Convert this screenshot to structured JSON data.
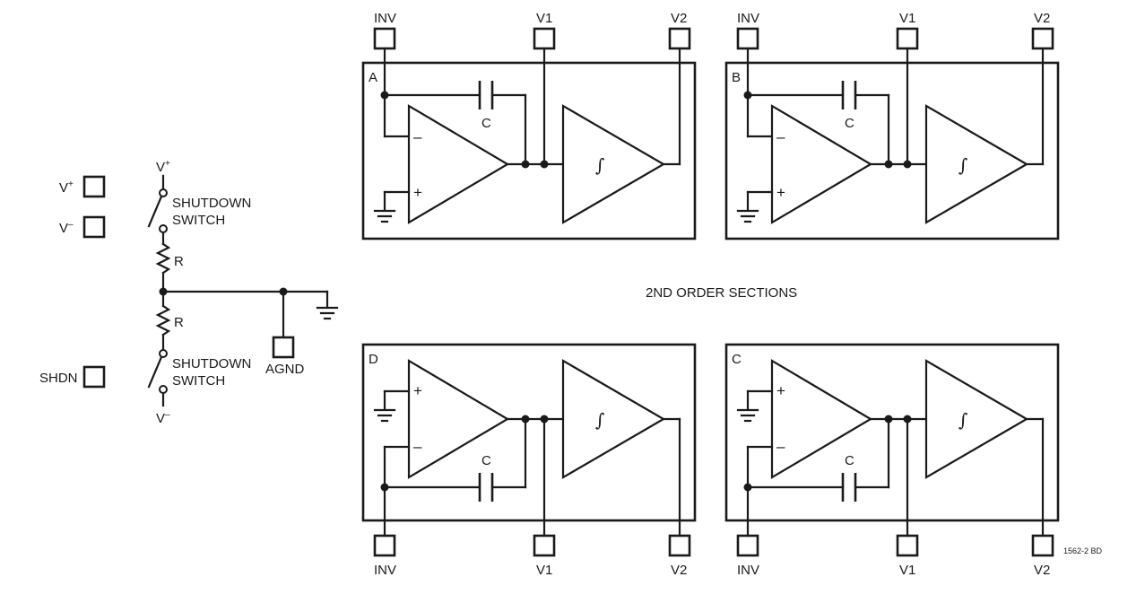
{
  "supply": {
    "vplus_label": "V",
    "vplus_sup": "+",
    "vminus_label": "V",
    "vminus_sup": "–",
    "shdn_label": "SHDN"
  },
  "divider": {
    "top_rail": "V",
    "top_rail_sup": "+",
    "bottom_rail": "V",
    "bottom_rail_sup": "–",
    "switch_top": [
      "SHUTDOWN",
      "SWITCH"
    ],
    "switch_bottom": [
      "SHUTDOWN",
      "SWITCH"
    ],
    "resistor_top": "R",
    "resistor_bottom": "R",
    "agnd_label": "AGND"
  },
  "center_label": "2ND ORDER SECTIONS",
  "footer_code": "1562-2 BD",
  "sections": [
    {
      "id": "A",
      "pins": {
        "inv": "INV",
        "v1": "V1",
        "v2": "V2"
      },
      "cap_label": "C",
      "integrator_symbol": "∫",
      "minus": "–",
      "plus": "+"
    },
    {
      "id": "B",
      "pins": {
        "inv": "INV",
        "v1": "V1",
        "v2": "V2"
      },
      "cap_label": "C",
      "integrator_symbol": "∫",
      "minus": "–",
      "plus": "+"
    },
    {
      "id": "D",
      "pins": {
        "inv": "INV",
        "v1": "V1",
        "v2": "V2"
      },
      "cap_label": "C",
      "integrator_symbol": "∫",
      "minus": "–",
      "plus": "+"
    },
    {
      "id": "C",
      "pins": {
        "inv": "INV",
        "v1": "V1",
        "v2": "V2"
      },
      "cap_label": "C",
      "integrator_symbol": "∫",
      "minus": "–",
      "plus": "+"
    }
  ]
}
